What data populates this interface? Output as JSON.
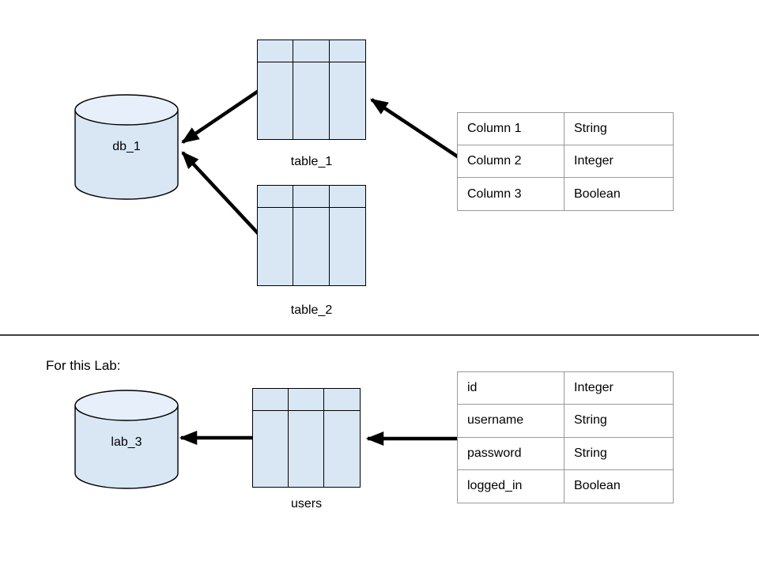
{
  "colors": {
    "shape_fill": "#d9e7f5",
    "shape_fill_light": "#e7effa",
    "shape_stroke": "#000000",
    "attr_border": "#999999",
    "arrow_color": "#000000",
    "text_color": "#000000",
    "page_bg": "#ffffff"
  },
  "top_section": {
    "database": {
      "label": "db_1"
    },
    "table_shapes": [
      {
        "label": "table_1"
      },
      {
        "label": "table_2"
      }
    ],
    "schema_table": {
      "rows": [
        {
          "field": "Column 1",
          "type": "String"
        },
        {
          "field": "Column 2",
          "type": "Integer"
        },
        {
          "field": "Column 3",
          "type": "Boolean"
        }
      ]
    }
  },
  "bottom_section": {
    "heading": "For this Lab:",
    "database": {
      "label": "lab_3"
    },
    "table_shapes": [
      {
        "label": "users"
      }
    ],
    "schema_table": {
      "rows": [
        {
          "field": "id",
          "type": "Integer"
        },
        {
          "field": "username",
          "type": "String"
        },
        {
          "field": "password",
          "type": "String"
        },
        {
          "field": "logged_in",
          "type": "Boolean"
        }
      ]
    }
  }
}
